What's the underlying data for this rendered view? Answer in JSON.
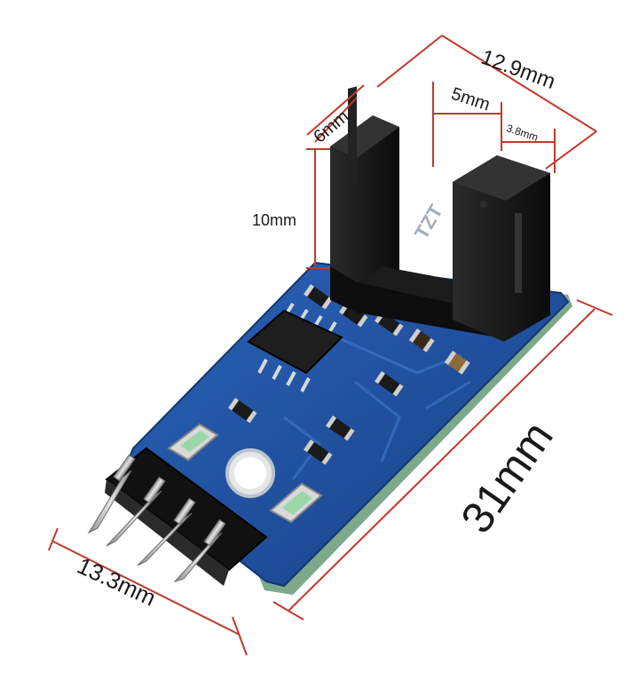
{
  "dimensions": {
    "width_total": "12.9mm",
    "slot_depth": "6mm",
    "slot_gap": "5mm",
    "post_width": "3.8mm",
    "post_height": "10mm",
    "pcb_length": "31mm",
    "pcb_width": "13.3mm"
  },
  "watermark": "TZT",
  "colors": {
    "dimension_line": "#c0392b",
    "pcb": "#1c4f9e",
    "sensor_body": "#141414",
    "pin": "#b9b9b9"
  }
}
